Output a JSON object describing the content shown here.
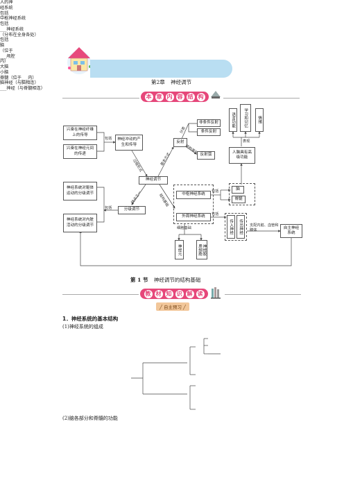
{
  "chapter": {
    "num": "第2章",
    "title": "神经调节"
  },
  "banner_top": {
    "chars": [
      "本",
      "章",
      "内",
      "容",
      "结",
      "构"
    ]
  },
  "concept_map": {
    "left1": "兴奋在神经纤维上的传导",
    "left2": "兴奋在神经元间的传递",
    "left3": "神经系统对躯体运动的分级调节",
    "left4": "神经系统对内脏活动的分级调节",
    "baokuo": "包括",
    "produce": "神经冲动的产生和传导",
    "guocheng": "过程形式",
    "center": "神经调节",
    "jiben": "基本方式",
    "fanshe": "反射",
    "fenlei": "分类",
    "feitiaojian": "非条件反射",
    "tiaojian": "条件反射",
    "jiegou": "结构基础",
    "fanshehu": "反射弧",
    "tedian": "特点之一",
    "fenji": "分级调节",
    "jiegoujichu": "结构基础",
    "zhongshu": "中枢神经系统",
    "waizhou": "外周神经系统",
    "nao": "脑",
    "jisui": "脊髓",
    "xibao": "细胞基础",
    "shenjingyuan": "神经元",
    "jiaozhi": "神经胶质细胞",
    "chuanru": "传入神经",
    "chuanchu": "传出神经",
    "zhipei": "支配内脏、血管和腺体",
    "zizhu": "自主神经系统",
    "gaoji": "人脑具有高级功能",
    "biaoxian": "表现",
    "yuyan": "语言功能",
    "xuexi": "学习和记忆",
    "qingxu": "情绪"
  },
  "section": {
    "num": "第 1 节",
    "title": "神经调节的结构基础"
  },
  "banner_mid": {
    "chars": [
      "教",
      "材",
      "知",
      "识",
      "解",
      "读"
    ]
  },
  "self_study": "自主预习",
  "heading1": "1．神经系统的基本结构",
  "sub1": "(1)神经系统的组成",
  "tree": {
    "root": "人的神经系统",
    "baokuo": "包括",
    "cns": "中枢神经系统",
    "pns": "神经系统",
    "pns_note": "（分布在全身各处）",
    "nao": "脑",
    "nao_note": "（位于___颅腔内）",
    "danao": "大脑",
    "xiaonao": "小脑",
    "blank": "___",
    "jisui": "脊髓（位于___内）",
    "naoshenjing": "脑神经（与脑相连）",
    "jishenjing": "___神经（与脊髓相连）"
  },
  "sub2": "(2)脑各部分和脊髓的功能"
}
